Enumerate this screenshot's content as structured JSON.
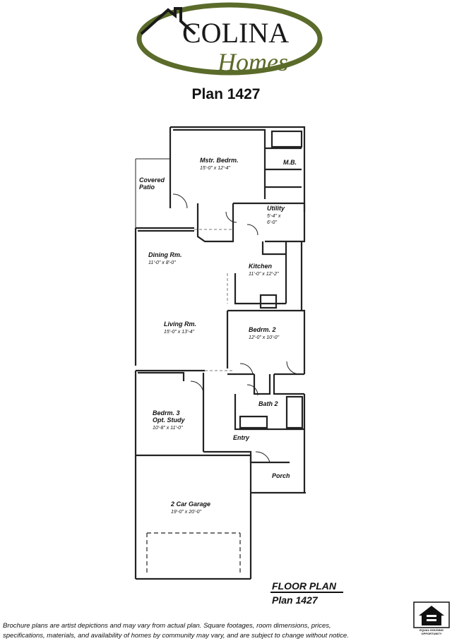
{
  "brand": {
    "name_top": "COLINA",
    "name_bottom": "Homes",
    "colors": {
      "dark": "#1a1a1a",
      "green": "#5b6b2a"
    }
  },
  "plan_title": "Plan 1427",
  "rooms": [
    {
      "key": "master_bedroom",
      "name": "Mstr. Bedrm.",
      "dims": "15'-0\" x 12'-4\""
    },
    {
      "key": "master_bath",
      "name": "M.B.",
      "dims": ""
    },
    {
      "key": "covered_patio",
      "name_line1": "Covered",
      "name_line2": "Patio",
      "dims": ""
    },
    {
      "key": "utility",
      "name": "Utility",
      "dims": "5'-4\" x 6'-0\"",
      "dims_line1": "5'-4\" x",
      "dims_line2": "6'-0\""
    },
    {
      "key": "dining_room",
      "name": "Dining Rm.",
      "dims": "11'-0\" x 8'-0\""
    },
    {
      "key": "kitchen",
      "name": "Kitchen",
      "dims": "11'-0\" x 12'-2\""
    },
    {
      "key": "living_room",
      "name": "Living Rm.",
      "dims": "15'-0\" x 13'-4\""
    },
    {
      "key": "bedroom_2",
      "name": "Bedrm. 2",
      "dims": "12'-0\" x 10'-0\""
    },
    {
      "key": "bath_2",
      "name": "Bath 2",
      "dims": ""
    },
    {
      "key": "bedroom_3",
      "name_line1": "Bedrm. 3",
      "name_line2": "Opt. Study",
      "dims": "10'-8\" x 11'-0\""
    },
    {
      "key": "entry",
      "name": "Entry",
      "dims": ""
    },
    {
      "key": "porch",
      "name": "Porch",
      "dims": ""
    },
    {
      "key": "garage",
      "name": "2 Car Garage",
      "dims": "19'-0\" x 20'-0\""
    }
  ],
  "floor_plan_label": {
    "heading": "FLOOR PLAN",
    "plan": "Plan 1427"
  },
  "disclaimer": {
    "line1": "Brochure plans are artist depictions and may vary from actual plan.  Square footages, room dimensions, prices,",
    "line2": "specifications, materials, and availability of homes by community may vary, and are subject to change without notice."
  },
  "equal_housing": {
    "line1": "EQUAL HOUSING",
    "line2": "OPPORTUNITY"
  }
}
